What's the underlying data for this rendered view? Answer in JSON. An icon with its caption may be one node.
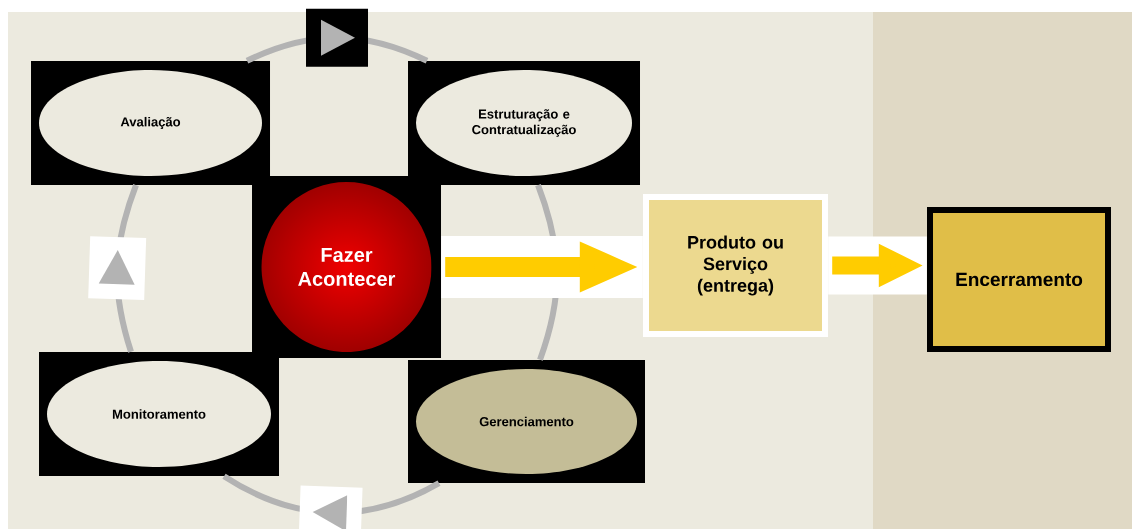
{
  "diagram": {
    "nodes": [
      {
        "text": [
          "Avaliação"
        ]
      },
      {
        "text": [
          "Estruturação e Contratualização"
        ]
      },
      {
        "text": [
          "Fazer Acontecer"
        ]
      },
      {
        "text": [
          "Produto ou Serviço (entrega)"
        ]
      },
      {
        "text": [
          "Encerramento"
        ]
      },
      {
        "text": [
          "Monitoramento"
        ]
      },
      {
        "text": [
          "Gerenciamento"
        ]
      }
    ],
    "edges": [
      {
        "from": 0,
        "to": 1,
        "arrow": "to"
      },
      {
        "from": 1,
        "to": 6,
        "arrow": "none"
      },
      {
        "from": 6,
        "to": 5,
        "arrow": "to"
      },
      {
        "from": 5,
        "to": 0,
        "arrow": "to"
      },
      {
        "from": 2,
        "to": 3,
        "arrow": "to",
        "style": "thick",
        "color": "#ffcc00"
      },
      {
        "from": 3,
        "to": 4,
        "arrow": "to",
        "style": "thick",
        "color": "#ffcc00"
      }
    ]
  }
}
